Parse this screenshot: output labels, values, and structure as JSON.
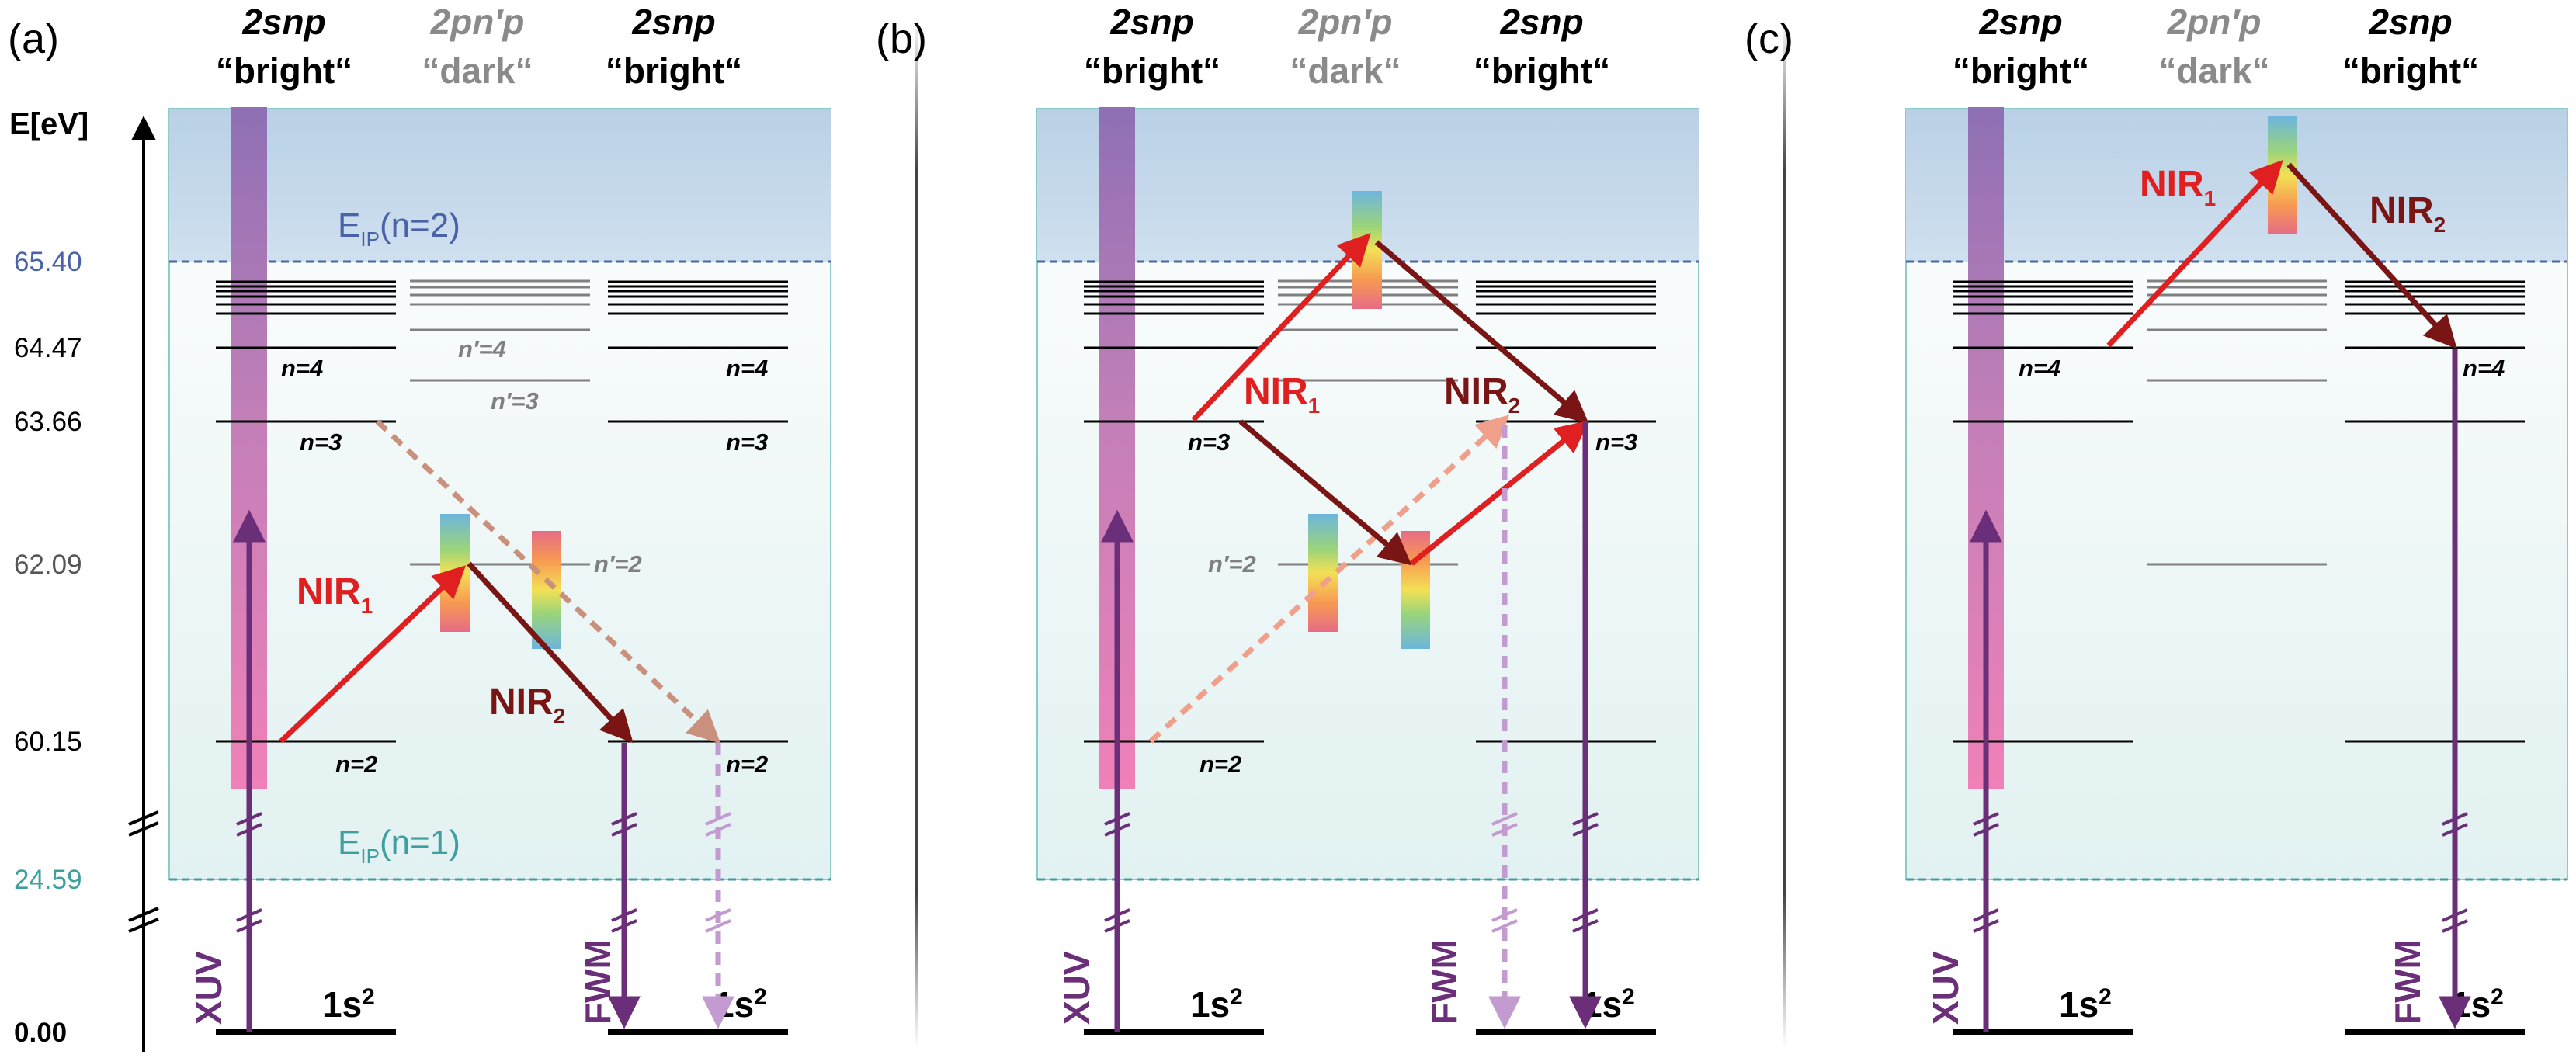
{
  "axis": {
    "label": "E[eV]",
    "ticks": [
      "65.40",
      "64.47",
      "63.66",
      "62.09",
      "60.15",
      "24.59",
      "0.00"
    ]
  },
  "column_titles": {
    "bright_line1": "2snp",
    "bright_line2": "“bright“",
    "dark_line1": "2pn′p",
    "dark_line2": "“dark“"
  },
  "ionization": {
    "eip_n2_main": "E",
    "eip_n2_sub": "IP",
    "eip_n2_rest": "(n=2)",
    "eip_n1_main": "E",
    "eip_n1_sub": "IP",
    "eip_n1_rest": "(n=1)"
  },
  "levels": {
    "n2": "n=2",
    "n3": "n=3",
    "n4": "n=4",
    "np2": "n′=2",
    "np3": "n′=3",
    "np4": "n′=4"
  },
  "transitions": {
    "nir1_main": "NIR",
    "nir1_sub": "1",
    "nir2_main": "NIR",
    "nir2_sub": "2",
    "xuv": "XUV",
    "fwm": "FWM"
  },
  "ground": {
    "main": "1s",
    "sup": "2"
  },
  "panels": [
    {
      "label": "(a)"
    },
    {
      "label": "(b)"
    },
    {
      "label": "(c)"
    }
  ],
  "colors": {
    "bright_state": "#000000",
    "dark_state": "#808080",
    "nir1": "#e02020",
    "nir2": "#7a1515",
    "xuv_fwm": "#6a2f78",
    "eip_n2": "#4a63a8",
    "eip_n1": "#3f9fa0"
  }
}
